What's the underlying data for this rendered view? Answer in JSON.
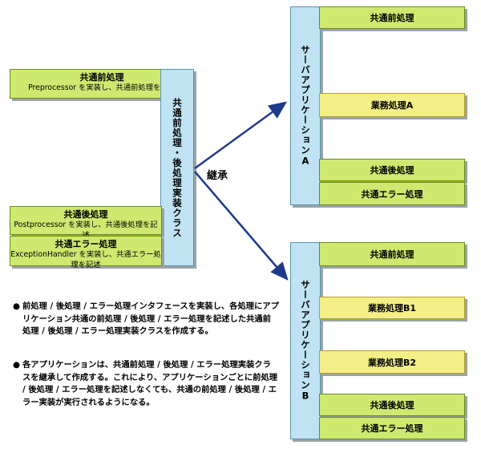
{
  "left_box": {
    "pre": {
      "title": "共通前処理",
      "desc": "Preprocessor を実装し、共通前処理を記述"
    },
    "post": {
      "title": "共通後処理",
      "desc": "Postprocessor を実装し、共通後処理を記述"
    },
    "err": {
      "title": "共通エラー処理",
      "desc": "ExceptionHandler を実装し、共通エラー処理を記述"
    },
    "class_label": "共通前処理・後処理実装クラス"
  },
  "inherit_label": "継承",
  "server_a": {
    "label": "サーバアプリケーションA",
    "items": [
      "共通前処理",
      "業務処理A",
      "共通後処理",
      "共通エラー処理"
    ]
  },
  "server_b": {
    "label": "サーバアプリケーションB",
    "items": [
      "共通前処理",
      "業務処理B1",
      "業務処理B2",
      "共通後処理",
      "共通エラー処理"
    ]
  },
  "notes": [
    "前処理 / 後処理 / エラー処理インタフェースを実装し、各処理にアプリケーション共通の前処理 / 後処理 / エラー処理を記述した共通前処理 / 後処理 / エラー処理実装クラスを作成する。",
    "各アプリケーションは、共通前処理 / 後処理 / エラー処理実装クラスを継承して作成する。これにより、アプリケーションごとに前処理 / 後処理 / エラー処理を記述しなくても、共通の前処理 / 後処理 / エラー実装が実行されるようになる。"
  ],
  "colors": {
    "green": "#cfe870",
    "yellow": "#f4ee86",
    "blue": "#bfe3f2",
    "arrow": "#1e3a8a"
  }
}
